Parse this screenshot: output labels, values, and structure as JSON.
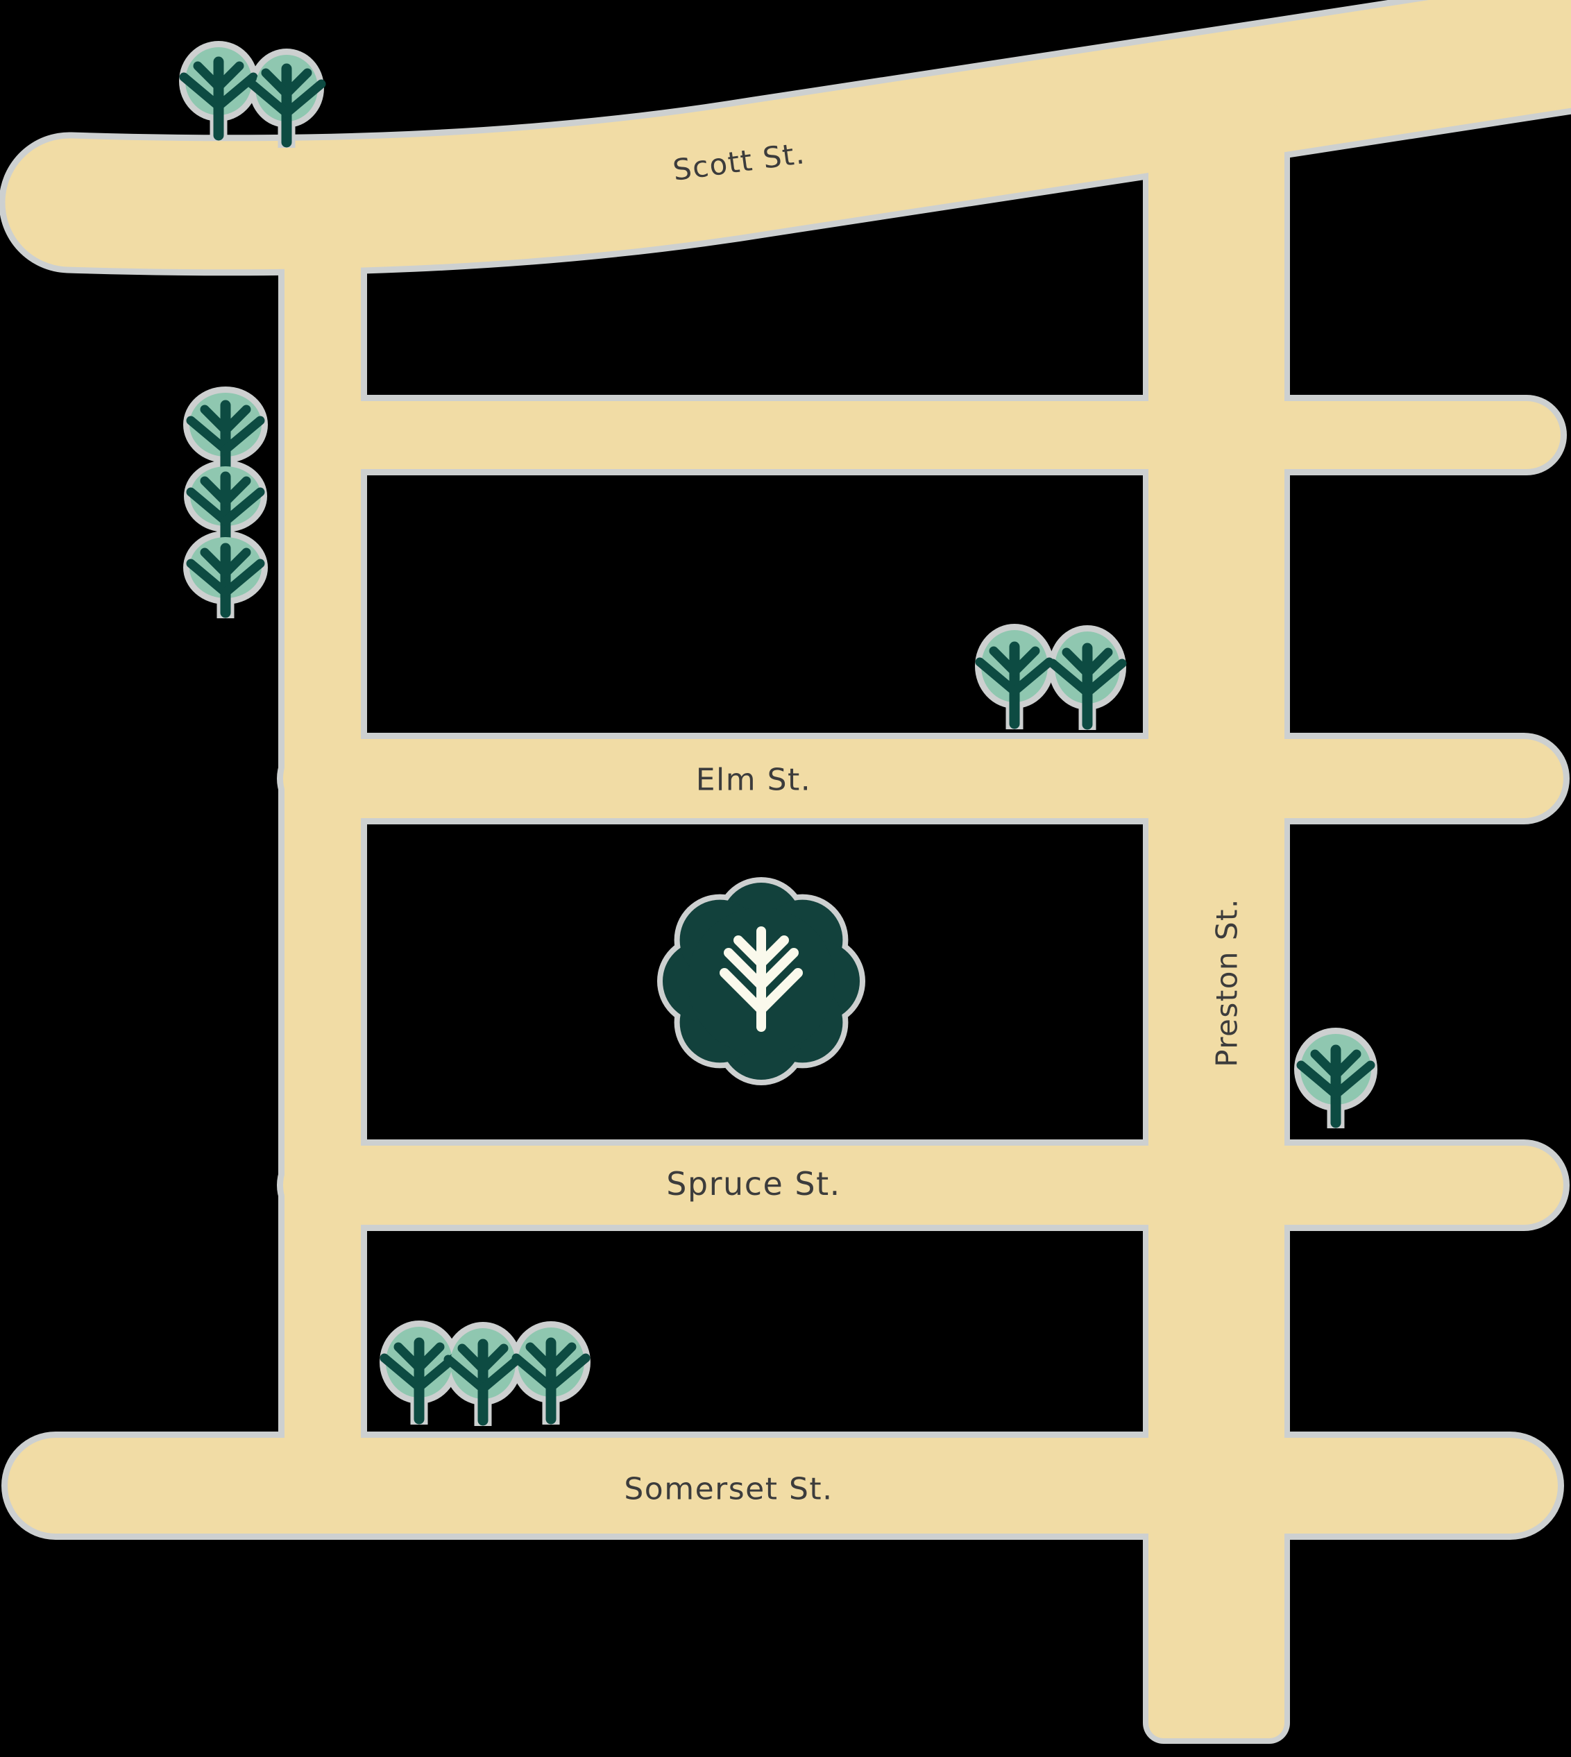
{
  "map": {
    "title": "illustrated-street-map",
    "streets": {
      "scott": {
        "label": "Scott St."
      },
      "elm": {
        "label": "Elm St."
      },
      "spruce": {
        "label": "Spruce St."
      },
      "somerset": {
        "label": "Somerset St."
      },
      "preston": {
        "label": "Preston St."
      }
    },
    "icons": {
      "tree": "tree-icon",
      "tree_count": 11,
      "badge": "park-badge-icon"
    },
    "colors": {
      "background": "#000000",
      "road": "#F1DCA5",
      "road_outline": "#CDD0D0",
      "tree_canopy": "#8FC7B0",
      "tree_trunk": "#0D4B42",
      "badge": "#12413C",
      "badge_glyph": "#FAF9EC",
      "label_text": "#3C3C3C"
    }
  }
}
